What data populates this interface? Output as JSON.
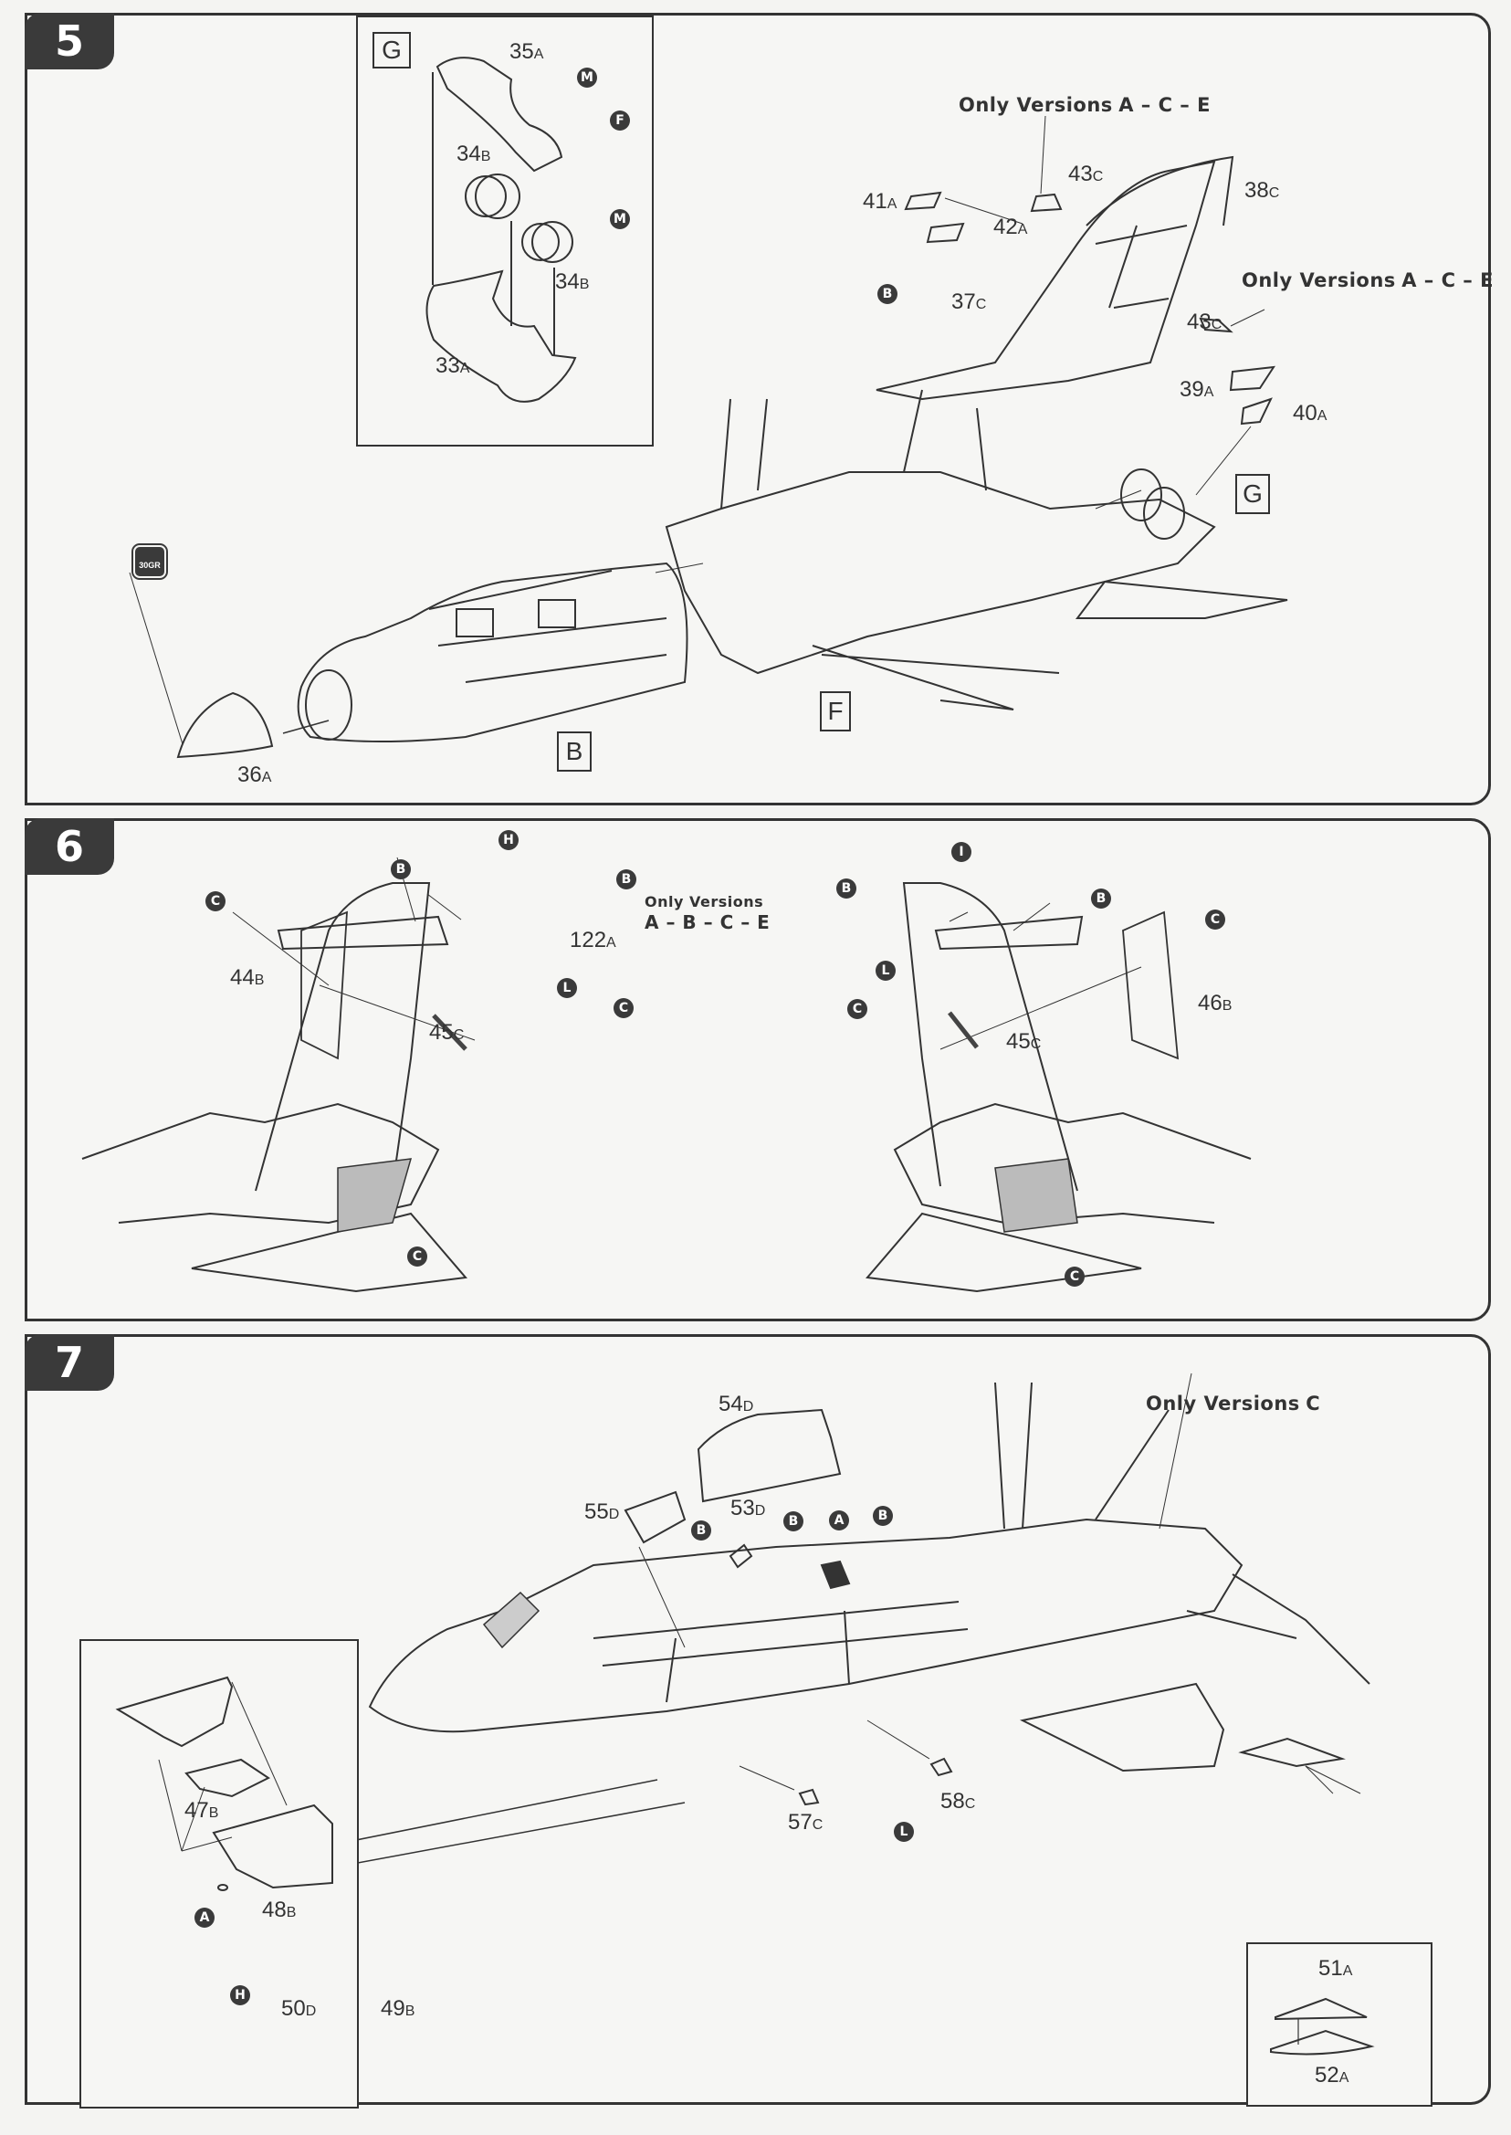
{
  "steps": [
    {
      "number": "5",
      "sub_box_letter": "G",
      "assembly_letters": {
        "fuselage": "B",
        "rear": "F",
        "exhaust": "G"
      },
      "weight_label": "30GR",
      "parts": {
        "p35": {
          "num": "35",
          "sfx": "A"
        },
        "p34a": {
          "num": "34",
          "sfx": "B"
        },
        "p34b": {
          "num": "34",
          "sfx": "B"
        },
        "p33": {
          "num": "33",
          "sfx": "A"
        },
        "p41": {
          "num": "41",
          "sfx": "A"
        },
        "p42": {
          "num": "42",
          "sfx": "A"
        },
        "p43a": {
          "num": "43",
          "sfx": "C"
        },
        "p43b": {
          "num": "43",
          "sfx": "C"
        },
        "p38": {
          "num": "38",
          "sfx": "C"
        },
        "p37": {
          "num": "37",
          "sfx": "C"
        },
        "p39": {
          "num": "39",
          "sfx": "A"
        },
        "p40": {
          "num": "40",
          "sfx": "A"
        },
        "p36": {
          "num": "36",
          "sfx": "A"
        }
      },
      "paint": {
        "m1": "M",
        "f": "F",
        "m2": "M",
        "b": "B"
      },
      "notes": {
        "n1": {
          "prefix": "Only Versions",
          "versions": "A – C – E"
        },
        "n2": {
          "prefix": "Only Versions",
          "versions": "A – C – E"
        }
      }
    },
    {
      "number": "6",
      "parts": {
        "p44": {
          "num": "44",
          "sfx": "B"
        },
        "p45l": {
          "num": "45",
          "sfx": "C"
        },
        "p122": {
          "num": "122",
          "sfx": "A"
        },
        "p45r": {
          "num": "45",
          "sfx": "C"
        },
        "p46": {
          "num": "46",
          "sfx": "B"
        }
      },
      "paint_left": [
        "C",
        "B",
        "H",
        "B",
        "L",
        "C",
        "C"
      ],
      "paint_right": [
        "B",
        "I",
        "B",
        "C",
        "L",
        "C",
        "C"
      ],
      "note": {
        "prefix": "Only Versions",
        "versions": "A – B – C – E"
      }
    },
    {
      "number": "7",
      "parts": {
        "p54": {
          "num": "54",
          "sfx": "D"
        },
        "p55": {
          "num": "55",
          "sfx": "D"
        },
        "p53": {
          "num": "53",
          "sfx": "D"
        },
        "p57": {
          "num": "57",
          "sfx": "C"
        },
        "p58": {
          "num": "58",
          "sfx": "C"
        },
        "p47": {
          "num": "47",
          "sfx": "B"
        },
        "p48": {
          "num": "48",
          "sfx": "B"
        },
        "p49": {
          "num": "49",
          "sfx": "B"
        },
        "p50": {
          "num": "50",
          "sfx": "D"
        },
        "p51": {
          "num": "51",
          "sfx": "A"
        },
        "p52": {
          "num": "52",
          "sfx": "A"
        }
      },
      "paint": [
        "B",
        "B",
        "A",
        "B",
        "L",
        "A",
        "H"
      ],
      "note": {
        "prefix": "Only Versions",
        "versions": "C"
      }
    }
  ],
  "colors": {
    "ink": "#333333",
    "badge": "#3a3a3a",
    "paper": "#f6f6f4"
  }
}
